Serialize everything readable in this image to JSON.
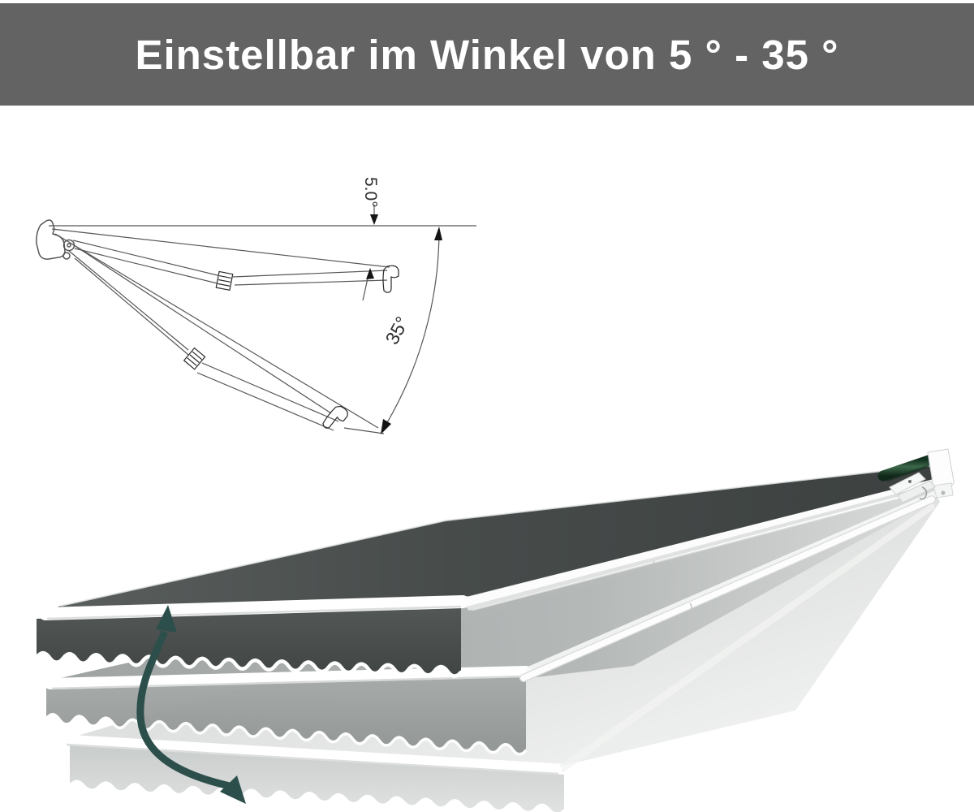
{
  "banner": {
    "title": "Einstellbar im Winkel von 5 ° - 35 °",
    "background": "#636363",
    "text_color": "#ffffff"
  },
  "diagram": {
    "angle_min_label": "5.0°",
    "angle_max_label": "35°",
    "line_color": "#565656"
  },
  "illustration": {
    "adjustment_arrow_icon": "curved-double-arrow",
    "colors": {
      "fabric_dark": "#494e4d",
      "fabric_ghost_mid": "#9da1a0",
      "fabric_ghost_light": "#c7cbca",
      "frame_white": "#ffffff",
      "roller_green": "#2e5a3c",
      "arrow_teal": "#2c4f4b"
    }
  }
}
